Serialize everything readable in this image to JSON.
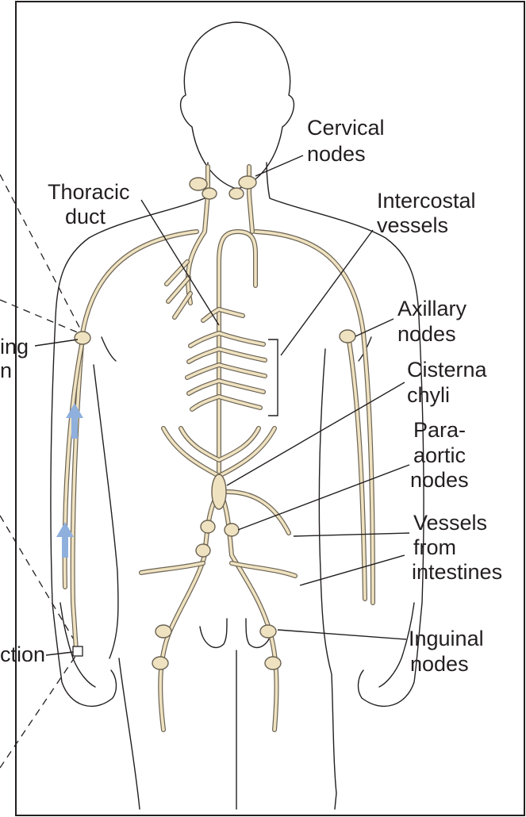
{
  "labels": {
    "cervical_1": "Cervical",
    "cervical_2": "nodes",
    "thoracic_1": "Thoracic",
    "thoracic_2": "duct",
    "intercostal_1": "Intercostal",
    "intercostal_2": "vessels",
    "axillary_1": "Axillary",
    "axillary_2": "nodes",
    "cisterna_1": "Cisterna",
    "cisterna_2": "chyli",
    "paraaortic_1": "Para-",
    "paraaortic_2": "aortic",
    "paraaortic_3": "nodes",
    "intestines_1": "Vessels",
    "intestines_2": "from",
    "intestines_3": "intestines",
    "inguinal_1": "Inguinal",
    "inguinal_2": "nodes",
    "cut_left_1": "ing",
    "cut_left_2": "n",
    "cut_left_3": "ction"
  },
  "colors": {
    "vessel_fill": "#efe2c0",
    "vessel_edge": "#6b6253",
    "outline": "#231f20",
    "flow_arrow": "#8fb0dd"
  }
}
